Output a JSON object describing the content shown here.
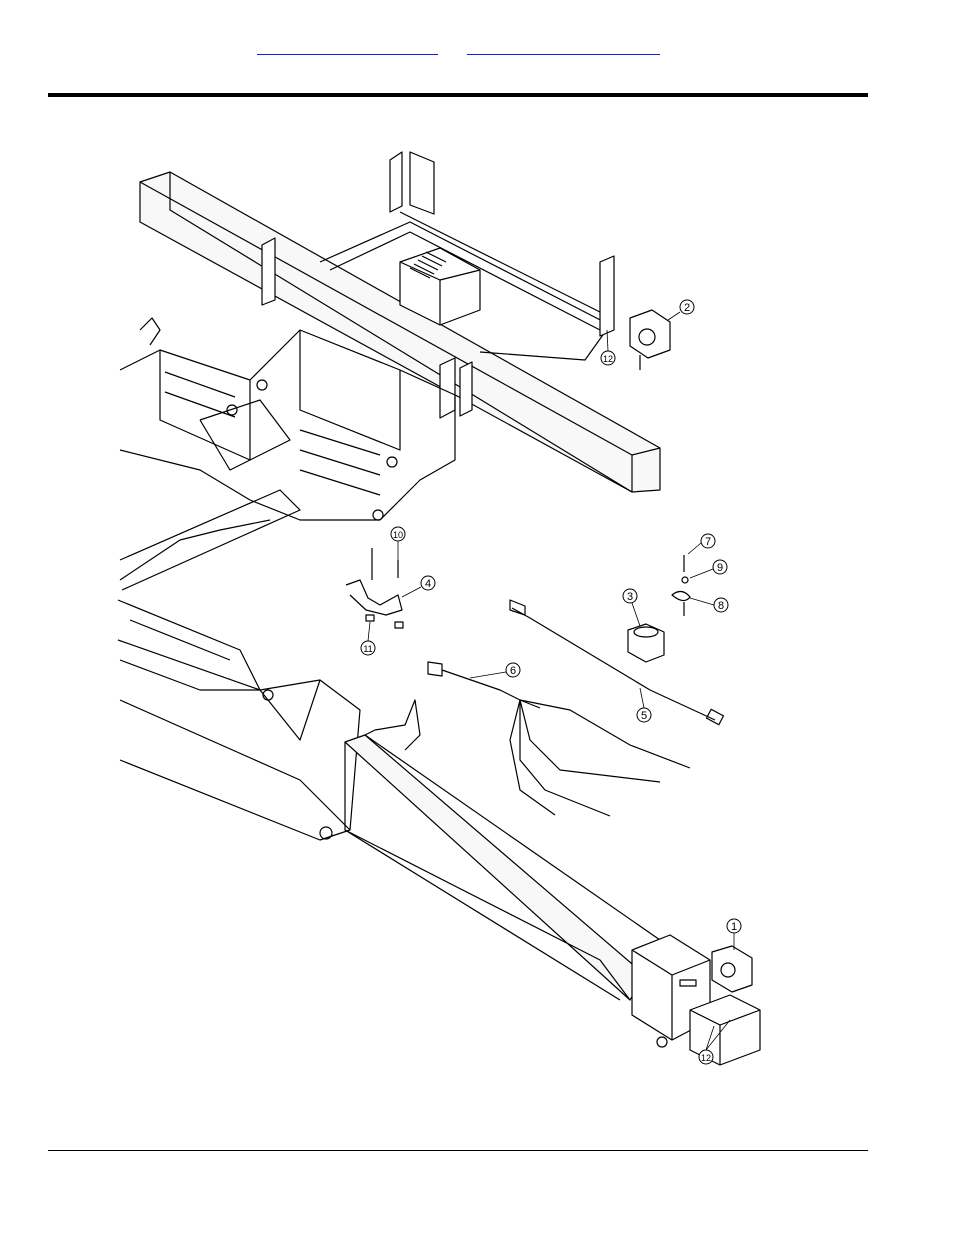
{
  "header": {
    "links": [
      {
        "text": ""
      },
      {
        "text": ""
      }
    ]
  },
  "diagram": {
    "callouts": [
      "1",
      "2",
      "3",
      "4",
      "5",
      "6",
      "7",
      "8",
      "9",
      "10",
      "11",
      "12",
      "12"
    ]
  }
}
